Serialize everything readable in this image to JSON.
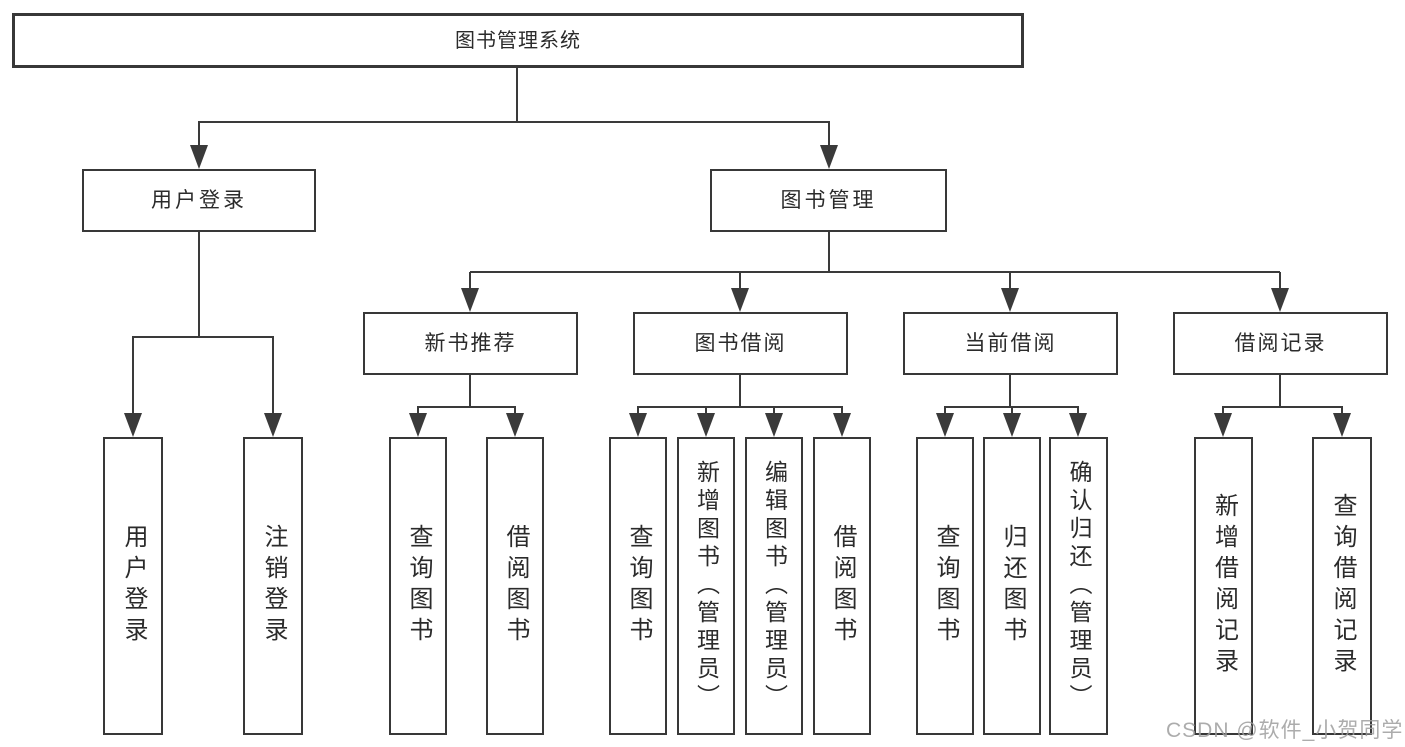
{
  "tree": {
    "root": "图书管理系统",
    "login_branch": {
      "label": "用户登录",
      "children": [
        "用户登录",
        "注销登录"
      ]
    },
    "management_branch": {
      "label": "图书管理",
      "groups": [
        {
          "label": "新书推荐",
          "children": [
            "查询图书",
            "借阅图书"
          ]
        },
        {
          "label": "图书借阅",
          "children": [
            "查询图书",
            "新增图书（管理员）",
            "编辑图书（管理员）",
            "借阅图书"
          ]
        },
        {
          "label": "当前借阅",
          "children": [
            "查询图书",
            "归还图书",
            "确认归还（管理员）"
          ]
        },
        {
          "label": "借阅记录",
          "children": [
            "新增借阅记录",
            "查询借阅记录"
          ]
        }
      ]
    }
  },
  "watermark": "CSDN @软件_小贺同学",
  "colors": {
    "line": "#3a3a3a",
    "box_border": "#383838",
    "text": "#2b2b2b",
    "watermark": "#9e9e9e",
    "background": "#ffffff"
  }
}
